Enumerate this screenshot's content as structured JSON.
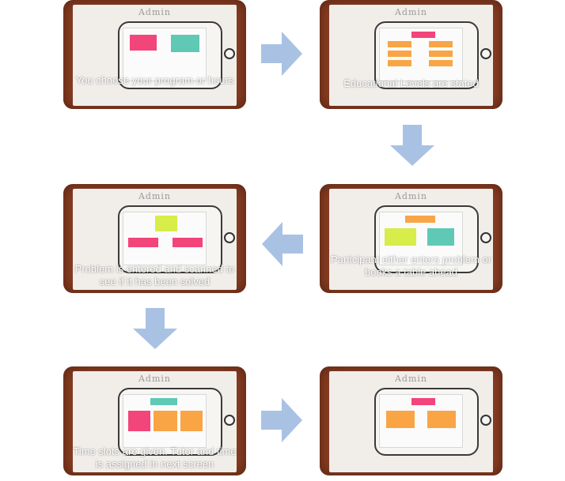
{
  "panels": [
    {
      "admin": "Admin",
      "caption": "You choose your program or hours"
    },
    {
      "admin": "Admin",
      "caption": "Educational Levels are stated"
    },
    {
      "admin": "Admin",
      "caption": "Participant either enters problem or books a table ahead"
    },
    {
      "admin": "Admin",
      "caption": "Problem is entered and scanned to see if it has been solved"
    },
    {
      "admin": "Admin",
      "caption": "Time slots are given. Tutor and time is assigned in next screen"
    },
    {
      "admin": "Admin",
      "caption": ""
    }
  ],
  "colors": {
    "arrow": "#a9c2e4",
    "pink_note": "#f2457a",
    "teal_note": "#5fc9b5",
    "orange_note": "#f9a546",
    "yellow_note": "#d8ec4a"
  }
}
